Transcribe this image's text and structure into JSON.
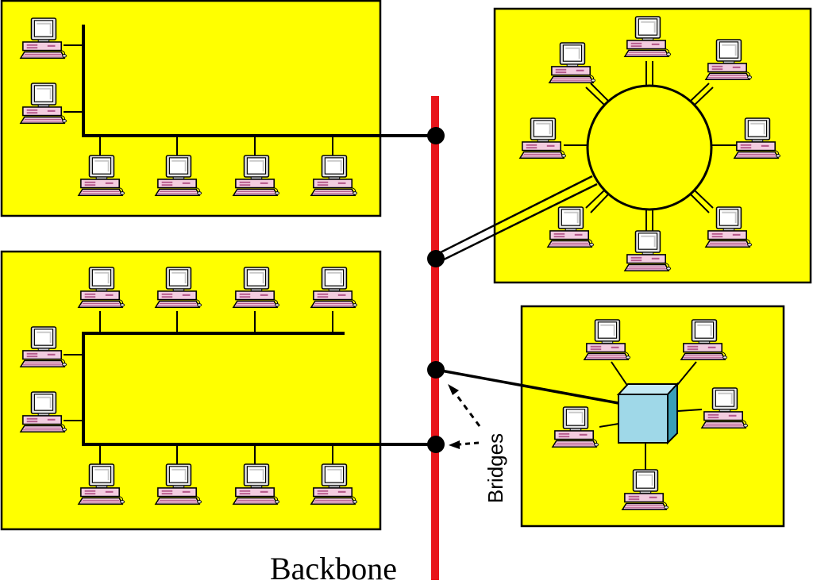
{
  "labels": {
    "backbone": "Backbone",
    "bridges": "Bridges"
  },
  "colors": {
    "lan_background": "#ffff00",
    "backbone_line": "#e8151b",
    "bridge_dot": "#000000",
    "switch_front": "#9fd8e8",
    "computer_body": "#f3ccdf"
  },
  "networks": [
    {
      "name": "bus-lan-top",
      "topology": "bus",
      "computers": 6
    },
    {
      "name": "ring-lan",
      "topology": "ring",
      "computers": 8
    },
    {
      "name": "bus-lan-bottom",
      "topology": "bus",
      "computers": 10
    },
    {
      "name": "star-lan",
      "topology": "star",
      "computers": 5
    }
  ],
  "bridges": 4
}
